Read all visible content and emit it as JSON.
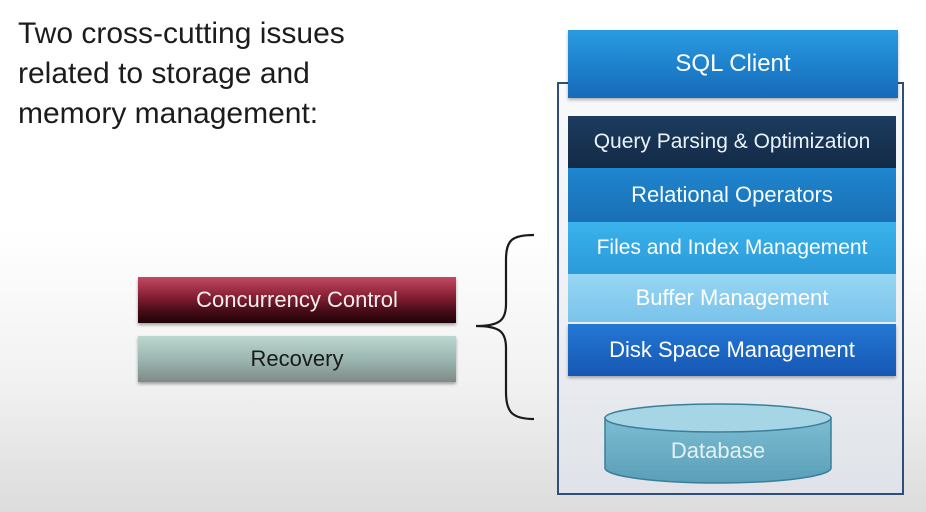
{
  "heading": {
    "line1": "Two cross-cutting issues",
    "line2": "related to storage and",
    "line3": "memory management:"
  },
  "issues": [
    {
      "label": "Concurrency Control",
      "color": "#8e2338"
    },
    {
      "label": "Recovery",
      "color": "#9cb7b1"
    }
  ],
  "stack": {
    "sql_client": "SQL Client",
    "layers": [
      "Query Parsing & Optimization",
      "Relational Operators",
      "Files and Index Management",
      "Buffer Management",
      "Disk Space Management"
    ],
    "database": "Database"
  },
  "colors": {
    "frame": "#2e4f7a",
    "accent_blue": "#1d80cc",
    "dark_navy": "#122a45",
    "database": "#8fc8d9"
  },
  "icons": {
    "brace": "curly-brace",
    "database": "cylinder"
  }
}
